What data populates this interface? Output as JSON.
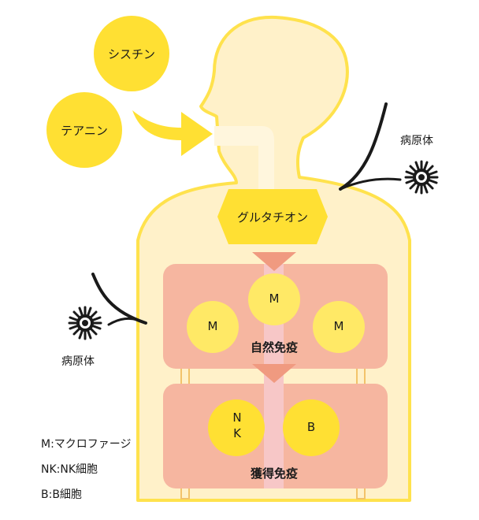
{
  "inputs": {
    "cystine": "シスチン",
    "theanine": "テアニン"
  },
  "glutathione": "グルタチオン",
  "pathogen_top": "病原体",
  "pathogen_left": "病原体",
  "innate": {
    "title": "自然免疫",
    "cells": [
      "M",
      "M",
      "M"
    ]
  },
  "acquired": {
    "title": "獲得免疫",
    "cells": [
      "NK",
      "B"
    ]
  },
  "legend": [
    "M:マクロファージ",
    "NK:NK細胞",
    "B:B細胞"
  ],
  "colors": {
    "yellow": "#ffe033",
    "body_fill": "#fff1c9",
    "body_stroke": "#ffe24d",
    "box_fill": "#f6b6a0",
    "arrow_fill": "#f09a80",
    "trachea": "#f7c7c7",
    "germ": "#1a1a1a"
  },
  "icons": [
    "pathogen-icon",
    "pathogen-icon",
    "right-arrow-icon",
    "down-arrow-icon",
    "down-arrow-icon",
    "curved-arrow-icon"
  ]
}
